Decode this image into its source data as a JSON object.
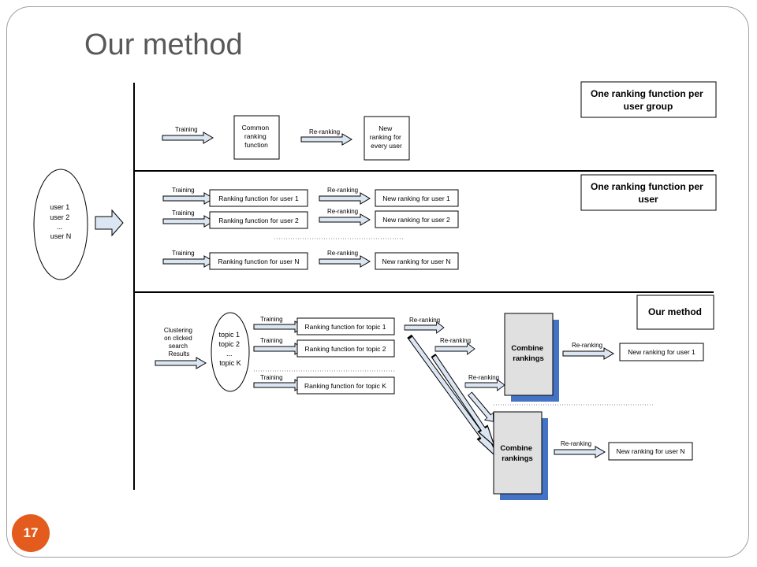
{
  "slide": {
    "title": "Our method",
    "page_number": "17"
  },
  "colors": {
    "accent": "#e35b1d",
    "shadow_blue": "#4472c4",
    "arrow_fill": "#dce6f2",
    "box_grey": "#e0e0e0"
  },
  "users_ellipse": {
    "lines": [
      "user 1",
      "user 2",
      "...",
      "user N"
    ]
  },
  "section_group": {
    "heading_lines": [
      "One ranking function per",
      "user group"
    ],
    "training_label": "Training",
    "reranking_label": "Re-ranking",
    "common_function_lines": [
      "Common",
      "ranking",
      "function"
    ],
    "new_ranking_lines": [
      "New",
      "ranking for",
      "every user"
    ]
  },
  "section_user": {
    "heading_lines": [
      "One ranking function per",
      "user"
    ],
    "rows": [
      {
        "training": "Training",
        "function": "Ranking function for user 1",
        "reranking": "Re-ranking",
        "result": "New ranking for user 1"
      },
      {
        "training": "Training",
        "function": "Ranking function for user 2",
        "reranking": "Re-ranking",
        "result": "New ranking for user 2"
      },
      {
        "training": "Training",
        "function": "Ranking function for user N",
        "reranking": "Re-ranking",
        "result": "New ranking for user N"
      }
    ]
  },
  "section_ours": {
    "heading": "Our method",
    "clustering_lines": [
      "Clustering",
      "on clicked",
      "search",
      "Results"
    ],
    "topics_ellipse_lines": [
      "topic 1",
      "topic 2",
      "...",
      "topic K"
    ],
    "topic_rows": [
      {
        "training": "Training",
        "function": "Ranking function for topic 1"
      },
      {
        "training": "Training",
        "function": "Ranking function for topic 2"
      },
      {
        "training": "Training",
        "function": "Ranking function for topic K"
      }
    ],
    "reranking_labels": [
      "Re-ranking",
      "Re-ranking",
      "Re-ranking"
    ],
    "combine_1_lines": [
      "Combine",
      "rankings"
    ],
    "combine_2_lines": [
      "Combine",
      "rankings"
    ],
    "output_reranking_1": "Re-ranking",
    "output_reranking_2": "Re-ranking",
    "result_1": "New ranking for user 1",
    "result_2": "New ranking for user N"
  }
}
